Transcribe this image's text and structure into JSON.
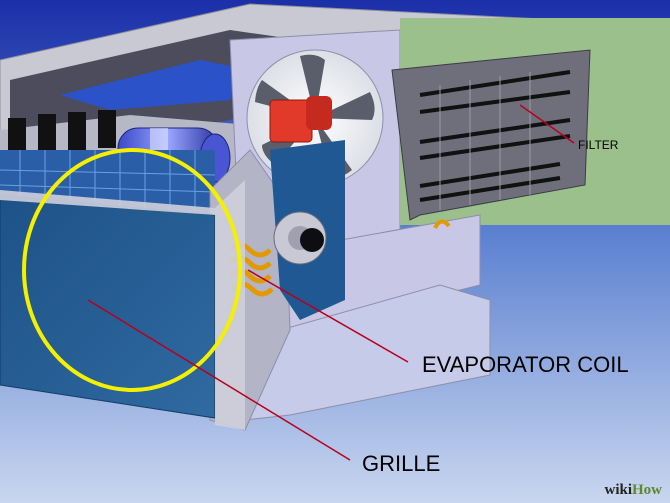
{
  "diagram": {
    "labels": {
      "filter": "FILTER",
      "evaporator_coil": "EVAPORATOR COIL",
      "grille": "GRILLE"
    },
    "highlight_color": "#f4f000",
    "leader_color": "#b8001e"
  },
  "watermark": {
    "prefix": "wiki",
    "suffix": "How"
  }
}
